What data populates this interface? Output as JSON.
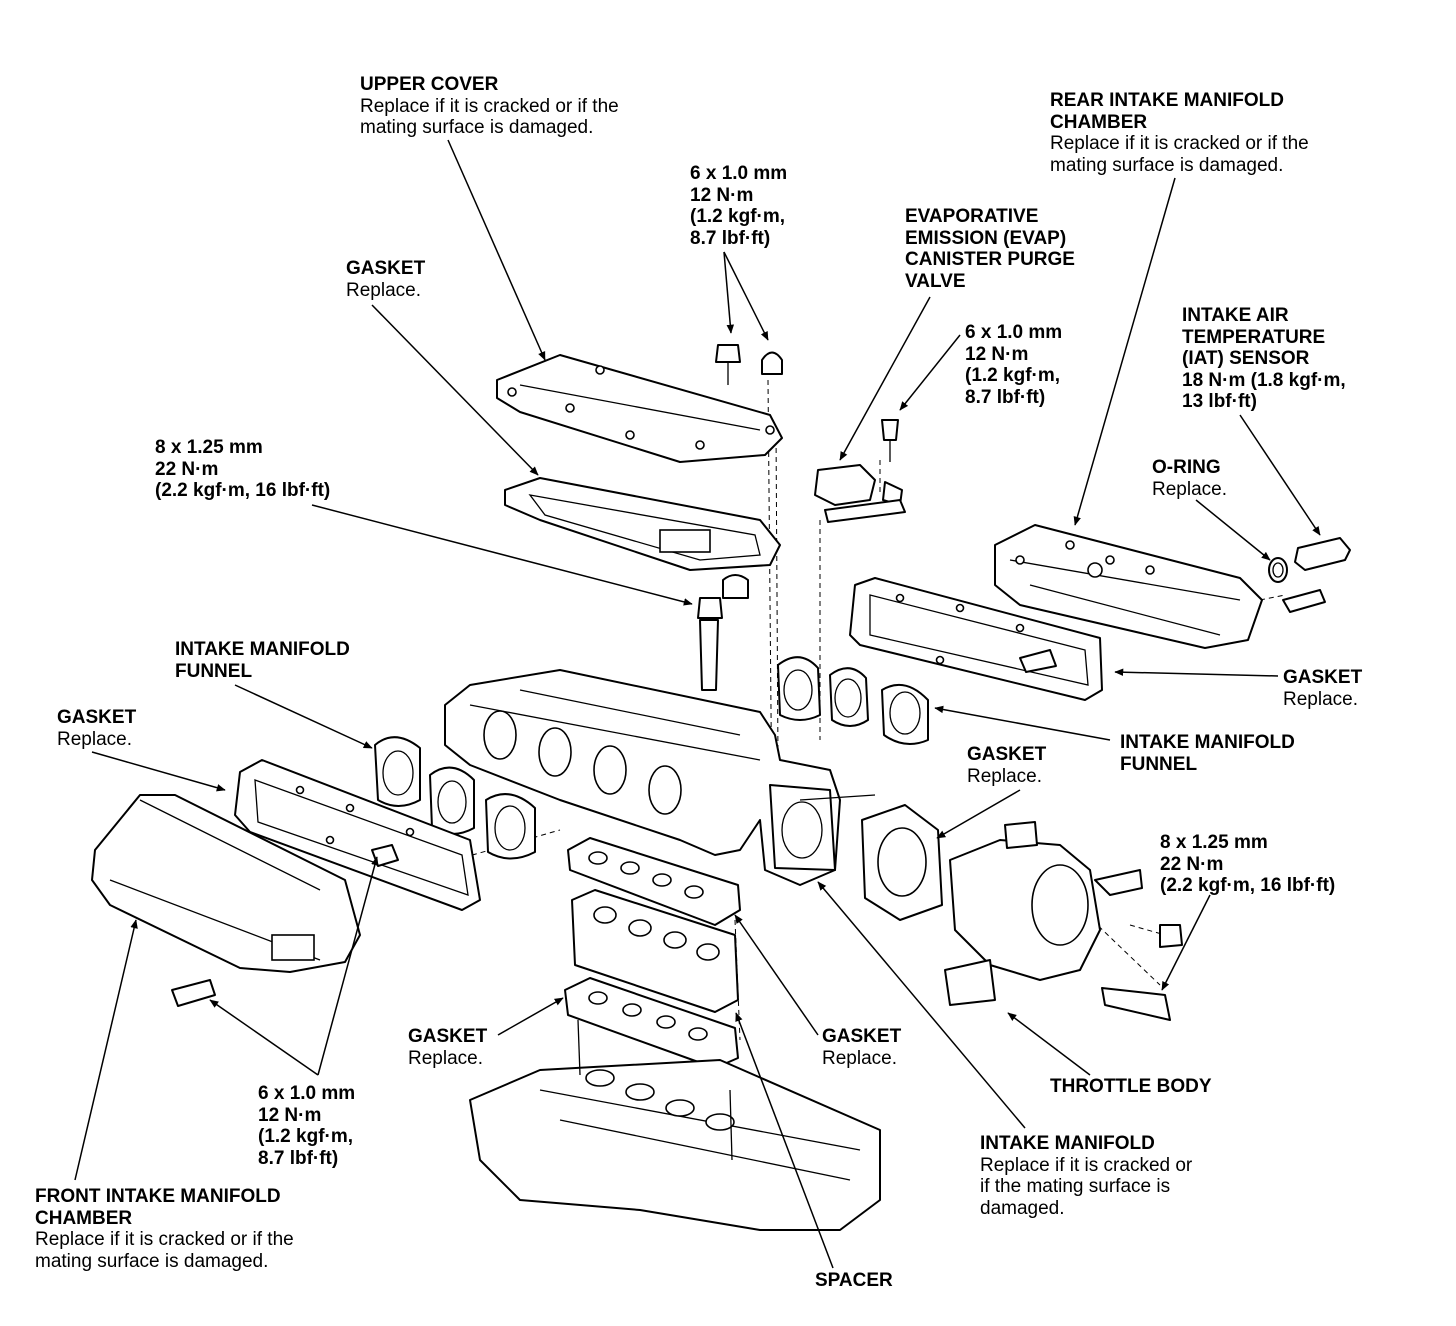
{
  "labels": {
    "upper_cover": {
      "title": [
        "UPPER COVER"
      ],
      "note": [
        "Replace if it is cracked or if the",
        "mating surface is damaged."
      ]
    },
    "bolt_top": {
      "title": [
        "6 x 1.0 mm",
        "12 N·m",
        "(1.2 kgf·m,",
        "8.7 lbf·ft)"
      ],
      "note": []
    },
    "rear_chamber": {
      "title": [
        "REAR INTAKE MANIFOLD",
        "CHAMBER"
      ],
      "note": [
        "Replace if it is cracked or if the",
        "mating surface is damaged."
      ]
    },
    "evap": {
      "title": [
        "EVAPORATIVE",
        "EMISSION (EVAP)",
        "CANISTER PURGE",
        "VALVE"
      ],
      "note": []
    },
    "gasket_upper": {
      "title": [
        "GASKET"
      ],
      "note": [
        "Replace."
      ]
    },
    "bolt_evap": {
      "title": [
        "6 x 1.0 mm",
        "12 N·m",
        "(1.2 kgf·m,",
        "8.7 lbf·ft)"
      ],
      "note": []
    },
    "iat": {
      "title": [
        "INTAKE AIR",
        "TEMPERATURE",
        "(IAT) SENSOR",
        "18 N·m (1.8 kgf·m,",
        "13 lbf·ft)"
      ],
      "note": []
    },
    "bolt_8_left": {
      "title": [
        "8 x 1.25 mm",
        "22 N·m",
        "(2.2 kgf·m, 16 lbf·ft)"
      ],
      "note": []
    },
    "oring": {
      "title": [
        "O-RING"
      ],
      "note": [
        "Replace."
      ]
    },
    "funnel_left": {
      "title": [
        "INTAKE MANIFOLD",
        "FUNNEL"
      ],
      "note": []
    },
    "gasket_rear": {
      "title": [
        "GASKET"
      ],
      "note": [
        "Replace."
      ]
    },
    "gasket_left": {
      "title": [
        "GASKET"
      ],
      "note": [
        "Replace."
      ]
    },
    "funnel_right": {
      "title": [
        "INTAKE MANIFOLD",
        "FUNNEL"
      ],
      "note": []
    },
    "gasket_throttle": {
      "title": [
        "GASKET"
      ],
      "note": [
        "Replace."
      ]
    },
    "bolt_8_right": {
      "title": [
        "8 x 1.25 mm",
        "22 N·m",
        "(2.2 kgf·m, 16 lbf·ft)"
      ],
      "note": []
    },
    "gasket_lower_left": {
      "title": [
        "GASKET"
      ],
      "note": [
        "Replace."
      ]
    },
    "gasket_lower_right": {
      "title": [
        "GASKET"
      ],
      "note": [
        "Replace."
      ]
    },
    "throttle_body": {
      "title": [
        "THROTTLE BODY"
      ],
      "note": []
    },
    "bolt_bottom": {
      "title": [
        "6 x 1.0 mm",
        "12 N·m",
        "(1.2 kgf·m,",
        "8.7 lbf·ft)"
      ],
      "note": []
    },
    "intake_manifold": {
      "title": [
        "INTAKE MANIFOLD"
      ],
      "note": [
        "Replace if it is cracked or",
        "if the mating surface is",
        "damaged."
      ]
    },
    "front_chamber": {
      "title": [
        "FRONT INTAKE MANIFOLD",
        "CHAMBER"
      ],
      "note": [
        "Replace if it is cracked or if the",
        "mating surface is damaged."
      ]
    },
    "spacer": {
      "title": [
        "SPACER"
      ],
      "note": []
    }
  }
}
